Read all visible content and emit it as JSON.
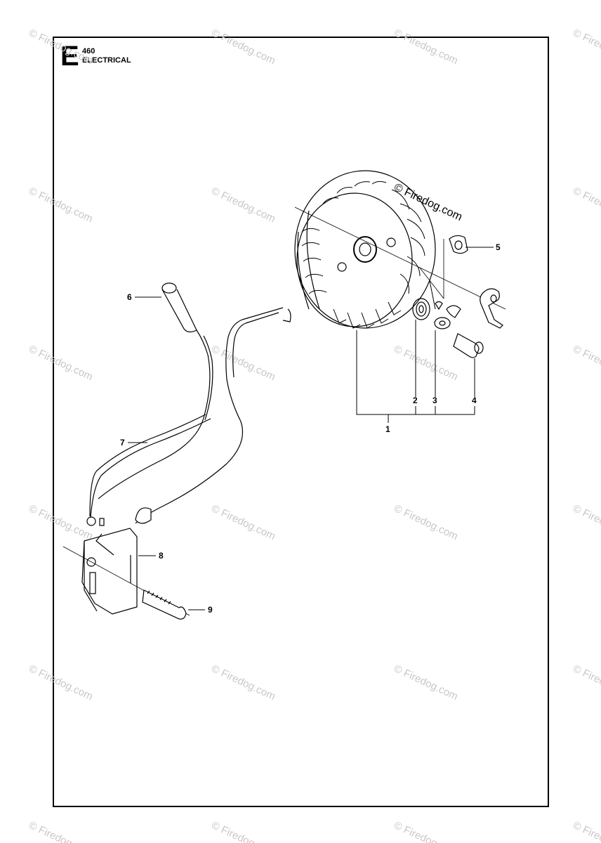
{
  "header": {
    "section_letter": "E",
    "model": "460",
    "title": "ELECTRICAL"
  },
  "watermark": {
    "text": "© Firedog.com"
  },
  "callouts": [
    {
      "id": "1",
      "label": "1"
    },
    {
      "id": "2",
      "label": "2"
    },
    {
      "id": "3",
      "label": "3"
    },
    {
      "id": "4",
      "label": "4"
    },
    {
      "id": "5",
      "label": "5"
    },
    {
      "id": "6",
      "label": "6"
    },
    {
      "id": "7",
      "label": "7"
    },
    {
      "id": "8",
      "label": "8"
    },
    {
      "id": "9",
      "label": "9"
    }
  ],
  "colors": {
    "line": "#000000",
    "watermark": "#c8c8c8",
    "background": "#ffffff"
  }
}
